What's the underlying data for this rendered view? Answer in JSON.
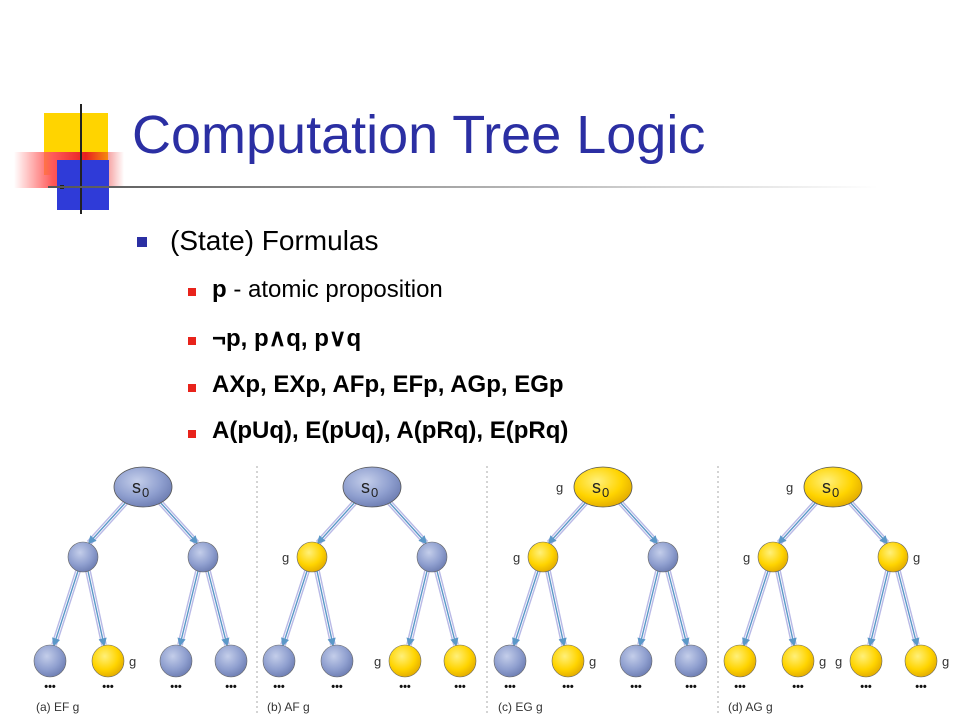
{
  "title": "Computation Tree Logic",
  "level1": "(State) Formulas",
  "items": [
    {
      "strong": "p",
      "rest": " - atomic proposition"
    },
    {
      "strong": "¬p, p∧q, p∨q",
      "rest": ""
    },
    {
      "strong": "AXp, EXp, AFp, EFp, AGp, EGp",
      "rest": ""
    },
    {
      "strong": "A(pUq), E(pUq), A(pRq), E(pRq)",
      "rest": ""
    }
  ],
  "trees": [
    {
      "caption": "(a) EF g",
      "root_label": "s",
      "root_sub": "0",
      "root_yellow": false,
      "root_g": false,
      "mid": [
        {
          "yellow": false,
          "g": false
        },
        {
          "yellow": false,
          "g": false
        }
      ],
      "leaves": [
        {
          "yellow": false,
          "g": false
        },
        {
          "yellow": true,
          "g": true
        },
        {
          "yellow": false,
          "g": false
        },
        {
          "yellow": false,
          "g": false
        }
      ]
    },
    {
      "caption": "(b) AF g",
      "root_label": "s",
      "root_sub": "0",
      "root_yellow": false,
      "root_g": false,
      "mid": [
        {
          "yellow": true,
          "g": true
        },
        {
          "yellow": false,
          "g": false
        }
      ],
      "leaves": [
        {
          "yellow": false,
          "g": false
        },
        {
          "yellow": false,
          "g": false
        },
        {
          "yellow": true,
          "g": true
        },
        {
          "yellow": true,
          "g": false
        }
      ]
    },
    {
      "caption": "(c) EG g",
      "root_label": "s",
      "root_sub": "0",
      "root_yellow": true,
      "root_g": true,
      "mid": [
        {
          "yellow": true,
          "g": true
        },
        {
          "yellow": false,
          "g": false
        }
      ],
      "leaves": [
        {
          "yellow": false,
          "g": false
        },
        {
          "yellow": true,
          "g": true
        },
        {
          "yellow": false,
          "g": false
        },
        {
          "yellow": false,
          "g": false
        }
      ]
    },
    {
      "caption": "(d) AG g",
      "root_label": "s",
      "root_sub": "0",
      "root_yellow": true,
      "root_g": true,
      "mid": [
        {
          "yellow": true,
          "g": true
        },
        {
          "yellow": true,
          "g": true
        }
      ],
      "leaves": [
        {
          "yellow": true,
          "g": false
        },
        {
          "yellow": true,
          "g": true
        },
        {
          "yellow": true,
          "g": true
        },
        {
          "yellow": true,
          "g": true
        }
      ]
    }
  ],
  "prop_label": "g",
  "ellipsis": "•••",
  "colors": {
    "title": "#2b2fa3",
    "blue_node": "#8f9fcf",
    "yellow_node": "#ffd400",
    "arrow": "#5b98c8",
    "edge": "#b9b9e6"
  }
}
